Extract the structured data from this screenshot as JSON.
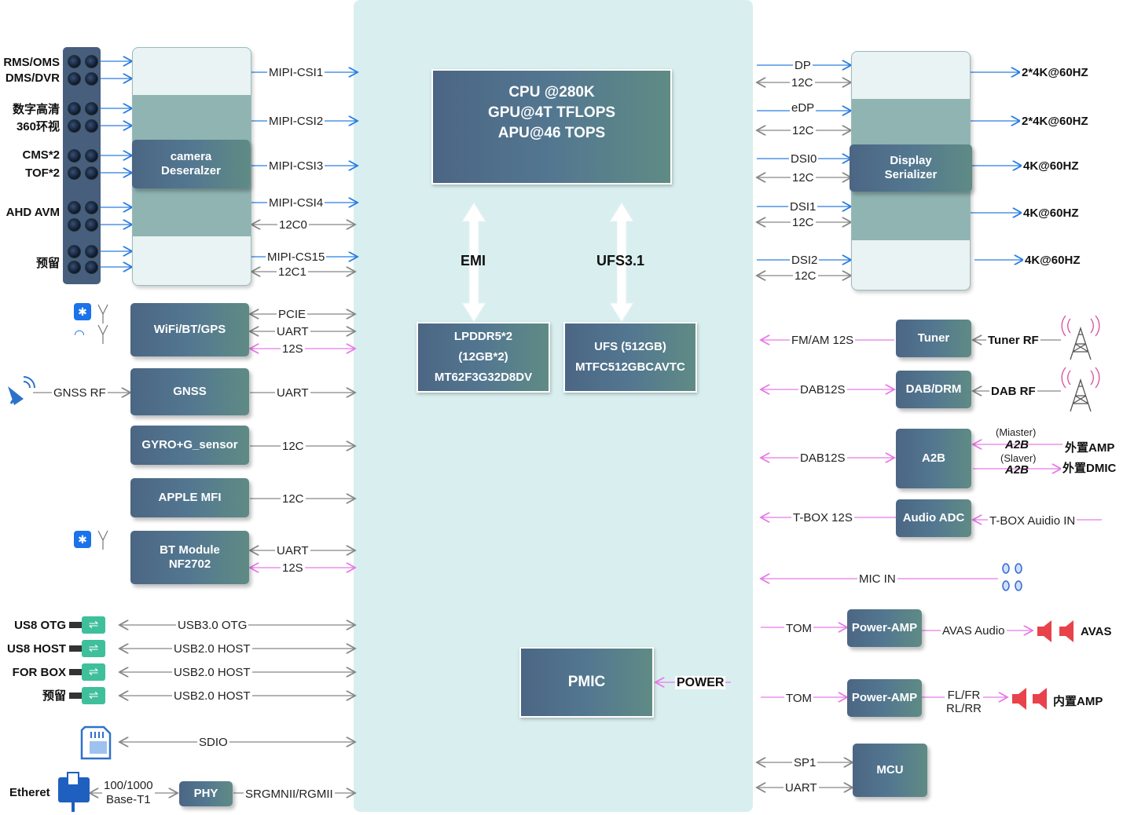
{
  "soc": {
    "cpu": "CPU @280K\nGPU@4T TFLOPS\nAPU@46 TOPS",
    "emi": "EMI",
    "ufs31": "UFS3.1",
    "lpddr": "LPDDR5*2\n(12GB*2)\nMT62F3G32D8DV",
    "ufs": "UFS (512GB)\nMTFC512GBCAVTC",
    "pmic": "PMIC",
    "power": "POWER"
  },
  "cameras": {
    "groups": [
      "RMS/OMS",
      "DMS/DVR",
      "数字高清",
      "360环视",
      "CMS*2",
      "TOF*2",
      "AHD AVM",
      "预留"
    ],
    "deserializer": "camera\nDeseralzer",
    "links": [
      "MIPI-CSI1",
      "MIPI-CSI2",
      "MIPI-CSI3",
      "MIPI-CSI4",
      "12C0",
      "MIPI-CS15",
      "12C1"
    ]
  },
  "left_modules": {
    "wifi": {
      "name": "WiFi/BT/GPS",
      "links": [
        "PCIE",
        "UART",
        "12S"
      ]
    },
    "gnss": {
      "name": "GNSS",
      "rf": "GNSS RF",
      "link": "UART"
    },
    "gyro": {
      "name": "GYRO+G_sensor",
      "link": "12C"
    },
    "mfi": {
      "name": "APPLE MFI",
      "link": "12C"
    },
    "bt": {
      "name": "BT Module\nNF2702",
      "links": [
        "UART",
        "12S"
      ]
    }
  },
  "usb": [
    {
      "label": "US8 OTG",
      "link": "USB3.0 OTG"
    },
    {
      "label": "US8 HOST",
      "link": "USB2.0 HOST"
    },
    {
      "label": "FOR BOX",
      "link": "USB2.0 HOST"
    },
    {
      "label": "预留",
      "link": "USB2.0 HOST"
    }
  ],
  "sdio": "SDIO",
  "ethernet": {
    "label": "Etheret",
    "speed": "100/1000\nBase-T1",
    "phy": "PHY",
    "link": "SRGMNII/RGMII"
  },
  "display": {
    "serializer": "Display\nSerializer",
    "links": [
      "DP",
      "12C",
      "eDP",
      "12C",
      "DSI0",
      "12C",
      "DSI1",
      "12C",
      "DSI2",
      "12C"
    ],
    "outputs": [
      "2*4K@60HZ",
      "2*4K@60HZ",
      "4K@60HZ",
      "4K@60HZ",
      "4K@60HZ"
    ]
  },
  "audio": {
    "tuner": {
      "name": "Tuner",
      "link": "FM/AM 12S",
      "rf": "Tuner RF"
    },
    "dab": {
      "name": "DAB/DRM",
      "link": "DAB12S",
      "rf": "DAB RF"
    },
    "a2b": {
      "name": "A2B",
      "link": "DAB12S",
      "master_role": "(Miaster)",
      "master": "A2B",
      "slave_role": "(Slaver)",
      "slave": "A2B",
      "amp_out": "外置AMP",
      "dmic": "外置DMIC"
    },
    "adc": {
      "name": "Audio ADC",
      "link": "T-BOX 12S",
      "input": "T-BOX Auidio IN"
    },
    "mic": "MIC IN",
    "amp1": {
      "name": "Power-AMP",
      "link": "TOM",
      "out": "AVAS Audio",
      "label": "AVAS"
    },
    "amp2": {
      "name": "Power-AMP",
      "link": "TOM",
      "out": "FL/FR\nRL/RR",
      "label": "内置AMP"
    }
  },
  "mcu": {
    "name": "MCU",
    "links": [
      "SP1",
      "UART"
    ]
  },
  "colors": {
    "panel": "#d9efef",
    "blue_arrow": "#2a7de1",
    "gray_arrow": "#888888",
    "pink_arrow": "#e77be8",
    "block_from": "#4b6684",
    "block_to": "#5f8b85"
  }
}
